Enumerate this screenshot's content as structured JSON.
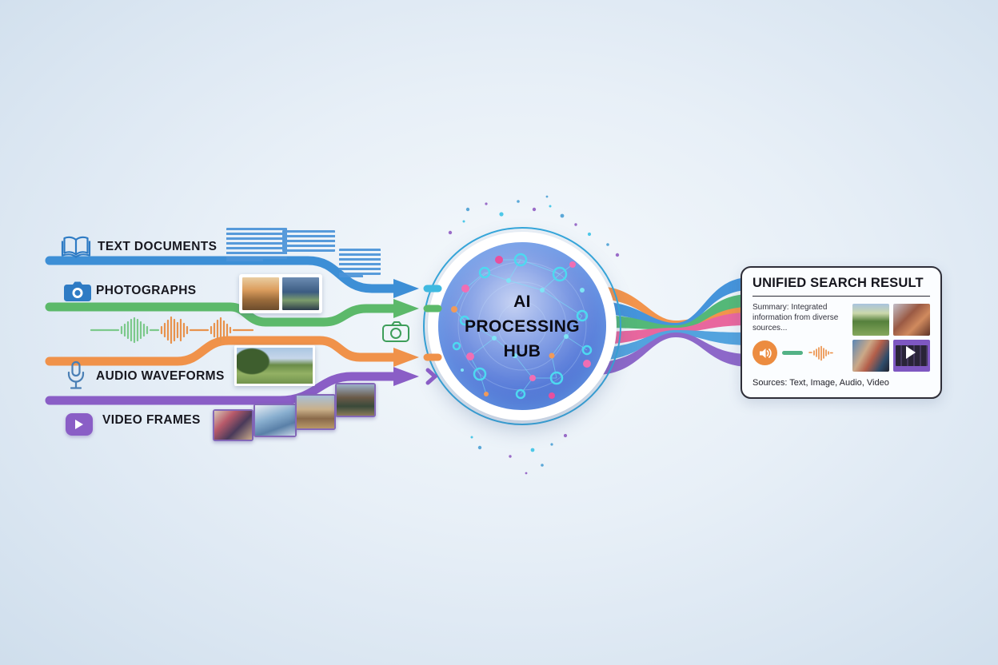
{
  "inputs": [
    {
      "label": "TEXT DOCUMENTS",
      "icon": "book-icon",
      "color": "#3d8fd6"
    },
    {
      "label": "PHOTOGRAPHS",
      "icon": "camera-icon",
      "color": "#5cb96a"
    },
    {
      "label": "AUDIO WAVEFORMS",
      "icon": "microphone-icon",
      "color": "#f0924a"
    },
    {
      "label": "VIDEO FRAMES",
      "icon": "play-icon",
      "color": "#8a5ec6"
    }
  ],
  "hub": {
    "line1": "AI",
    "line2": "PROCESSING",
    "line3": "HUB"
  },
  "result_panel": {
    "title": "UNIFIED SEARCH RESULT",
    "summary": "Summary: Integrated information from diverse sources...",
    "sources": "Sources: Text, Image, Audio, Video",
    "audio_icon": "speaker-icon",
    "video_icon": "play-icon"
  },
  "colors": {
    "stream_blue": "#3d8fd6",
    "stream_green": "#5cb96a",
    "stream_orange": "#f0924a",
    "stream_purple": "#8a5ec6",
    "ribbon_pink": "#e8679e",
    "ribbon_blue2": "#53a3de",
    "hub_ring": "#35a8dc",
    "panel_border": "#2e2e38",
    "audio_accent": "#ec8c40",
    "progress_green": "#53b286"
  }
}
